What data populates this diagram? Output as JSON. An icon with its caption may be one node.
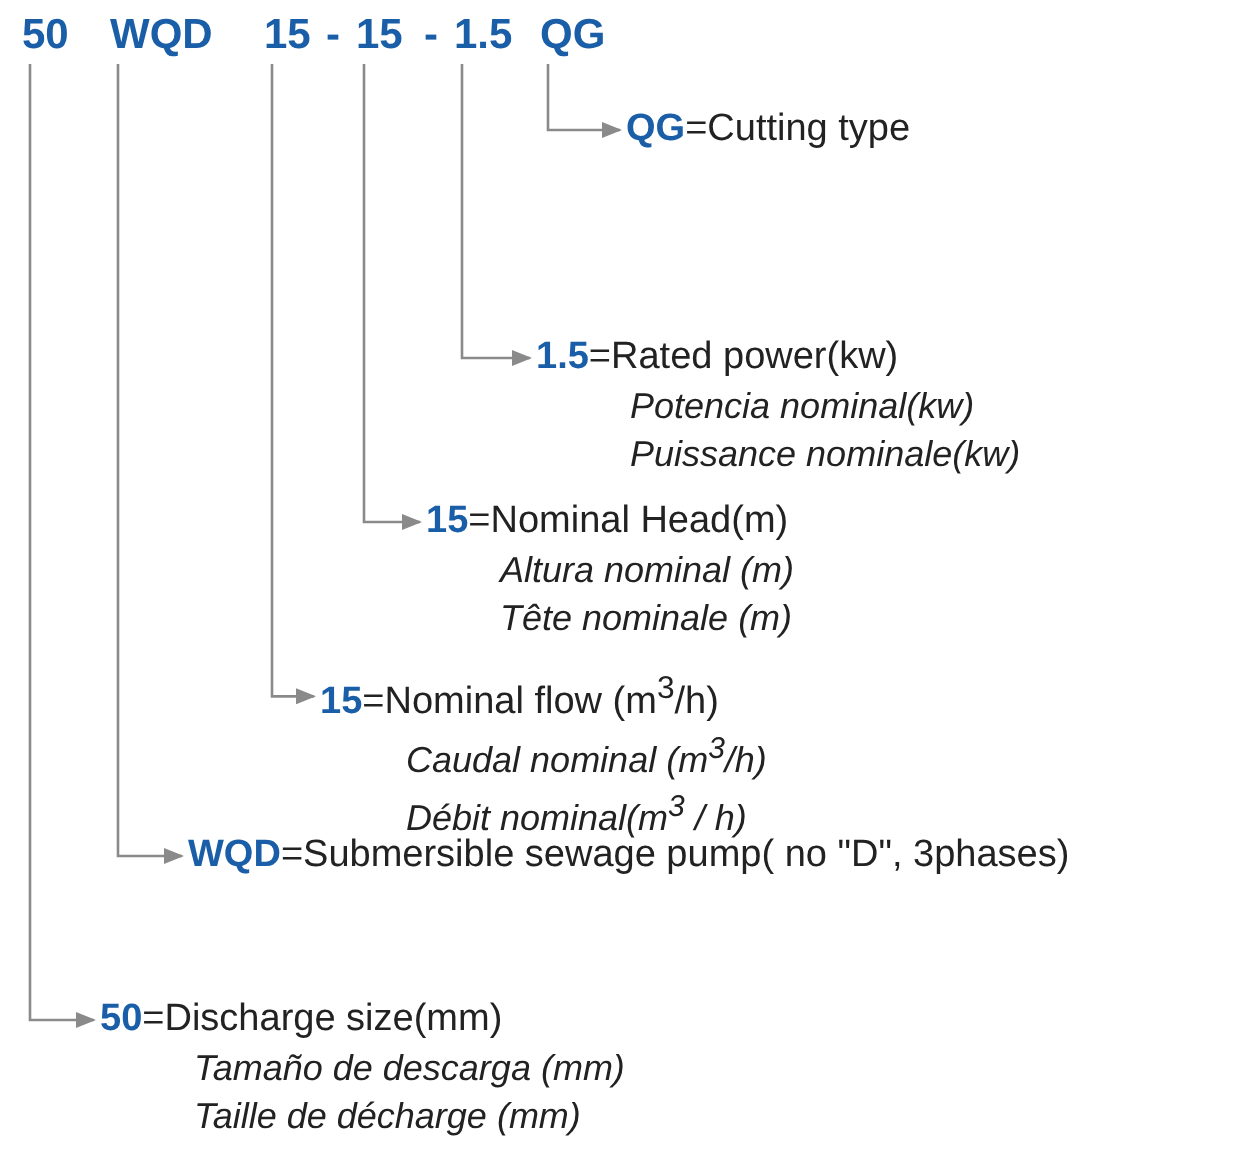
{
  "diagram": {
    "nodes": [
      {
        "text": [
          "50"
        ]
      },
      {
        "text": [
          "WQD"
        ]
      },
      {
        "text": [
          "15"
        ]
      },
      {
        "text": [
          "15"
        ]
      },
      {
        "text": [
          "1.5"
        ]
      },
      {
        "text": [
          "QG"
        ]
      },
      {
        "text": [
          "**QG**=Cutting type"
        ]
      },
      {
        "text": [
          "**1.5**=Rated power(kw)",
          "Potencia nominal(kw)",
          "Puissance nominale(kw)"
        ]
      },
      {
        "text": [
          "**15**=Nominal Head(m)",
          "Altura nominal (m)",
          "Tête nominale (m)"
        ]
      },
      {
        "text": [
          "**15**=Nominal flow (m$^{3}$/h)",
          "Caudal nominal (m$^{3}$/h)",
          "Débit nominal(m$^{3}$ / h)"
        ]
      },
      {
        "text": [
          "**WQD**=Submersible sewage pump( no \"D\", 3phases)"
        ]
      },
      {
        "text": [
          "**50**=Discharge size(mm)",
          "Tamaño de descarga (mm)",
          "Taille de décharge (mm)"
        ]
      }
    ],
    "edges": [
      {
        "from": 5,
        "to": 6,
        "arrow": "to"
      },
      {
        "from": 4,
        "to": 7,
        "arrow": "to"
      },
      {
        "from": 3,
        "to": 8,
        "arrow": "to"
      },
      {
        "from": 2,
        "to": 9,
        "arrow": "to"
      },
      {
        "from": 1,
        "to": 10,
        "arrow": "to"
      },
      {
        "from": 0,
        "to": 11,
        "arrow": "to"
      }
    ],
    "labels": [
      "-",
      "-"
    ]
  }
}
